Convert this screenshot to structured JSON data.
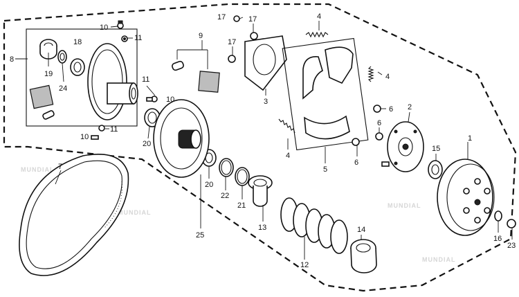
{
  "diagram": {
    "callouts": [
      "1",
      "2",
      "3",
      "4",
      "4",
      "4",
      "5",
      "6",
      "6",
      "6",
      "7",
      "8",
      "9",
      "10",
      "10",
      "10",
      "11",
      "11",
      "11",
      "12",
      "13",
      "14",
      "15",
      "16",
      "17",
      "17",
      "17",
      "18",
      "19",
      "20",
      "20",
      "21",
      "22",
      "23",
      "24",
      "25"
    ],
    "watermark": "MUNDIAL"
  }
}
